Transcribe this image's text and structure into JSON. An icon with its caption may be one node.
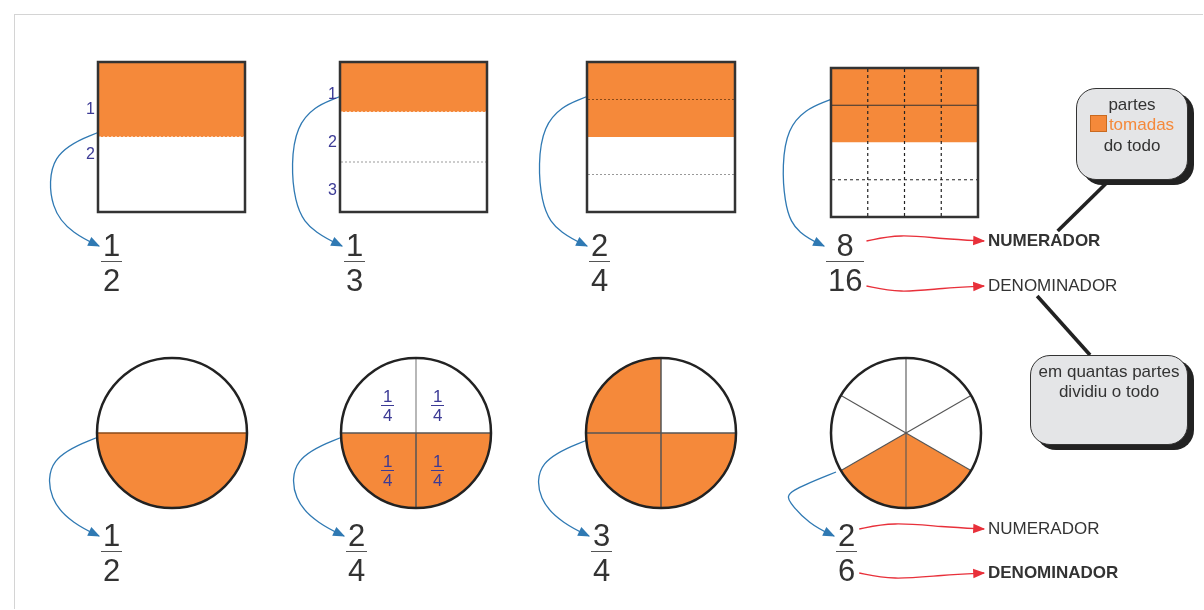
{
  "diagram": {
    "nodes": [
      {
        "text": [],
        "shape": "box",
        "beside": [
          "1",
          "2"
        ]
      },
      {
        "text": [],
        "shape": "box",
        "beside": [
          "1",
          "2",
          "3"
        ]
      },
      {
        "text": [],
        "shape": "box"
      },
      {
        "text": [],
        "shape": "box"
      },
      {
        "text": [
          "partes",
          "tomadas",
          "do todo"
        ]
      },
      {
        "text": [
          "1",
          "2"
        ]
      },
      {
        "text": [
          "1",
          "3"
        ]
      },
      {
        "text": [
          "2",
          "4"
        ]
      },
      {
        "text": [
          "8",
          "16"
        ]
      },
      {
        "text": [
          "NUMERADOR"
        ]
      },
      {
        "text": [
          "DENOMINADOR"
        ]
      },
      {
        "text": [
          "em quantas partes dividiu o todo"
        ]
      },
      {
        "text": [],
        "shape": "circle"
      },
      {
        "text": [],
        "shape": "circle"
      },
      {
        "text": [
          "1",
          "4"
        ],
        "in": 13
      },
      {
        "text": [
          "1",
          "4"
        ],
        "in": 13
      },
      {
        "text": [
          "1",
          "4"
        ],
        "in": 13
      },
      {
        "text": [
          "1",
          "4"
        ],
        "in": 13
      },
      {
        "text": [],
        "shape": "circle"
      },
      {
        "text": [],
        "shape": "circle"
      },
      {
        "text": [
          "1",
          "2"
        ]
      },
      {
        "text": [
          "2",
          "4"
        ]
      },
      {
        "text": [
          "3",
          "4"
        ]
      },
      {
        "text": [
          "2",
          "6"
        ]
      },
      {
        "text": [
          "NUMERADOR"
        ]
      },
      {
        "text": [
          "DENOMINADOR"
        ]
      }
    ],
    "edges": [
      {
        "from": 0,
        "to": 5,
        "arrow": "to"
      },
      {
        "from": 1,
        "to": 6,
        "arrow": "to"
      },
      {
        "from": 2,
        "to": 7,
        "arrow": "to"
      },
      {
        "from": 3,
        "to": 8,
        "arrow": "to"
      },
      {
        "from": 8,
        "to": 9,
        "arrow": "to",
        "color": "#e8303a"
      },
      {
        "from": 8,
        "to": 10,
        "arrow": "to",
        "color": "#e8303a"
      },
      {
        "from": 4,
        "to": 9,
        "arrow": "none",
        "color": "#222222",
        "style": "thick"
      },
      {
        "from": 11,
        "to": 10,
        "arrow": "none",
        "color": "#222222",
        "style": "thick"
      },
      {
        "from": 12,
        "to": 20,
        "arrow": "to"
      },
      {
        "from": 13,
        "to": 21,
        "arrow": "to"
      },
      {
        "from": 18,
        "to": 22,
        "arrow": "to"
      },
      {
        "from": 19,
        "to": 23,
        "arrow": "to"
      },
      {
        "from": 23,
        "to": 24,
        "arrow": "to",
        "color": "#e8303a"
      },
      {
        "from": 23,
        "to": 25,
        "arrow": "to",
        "color": "#e8303a"
      }
    ]
  }
}
